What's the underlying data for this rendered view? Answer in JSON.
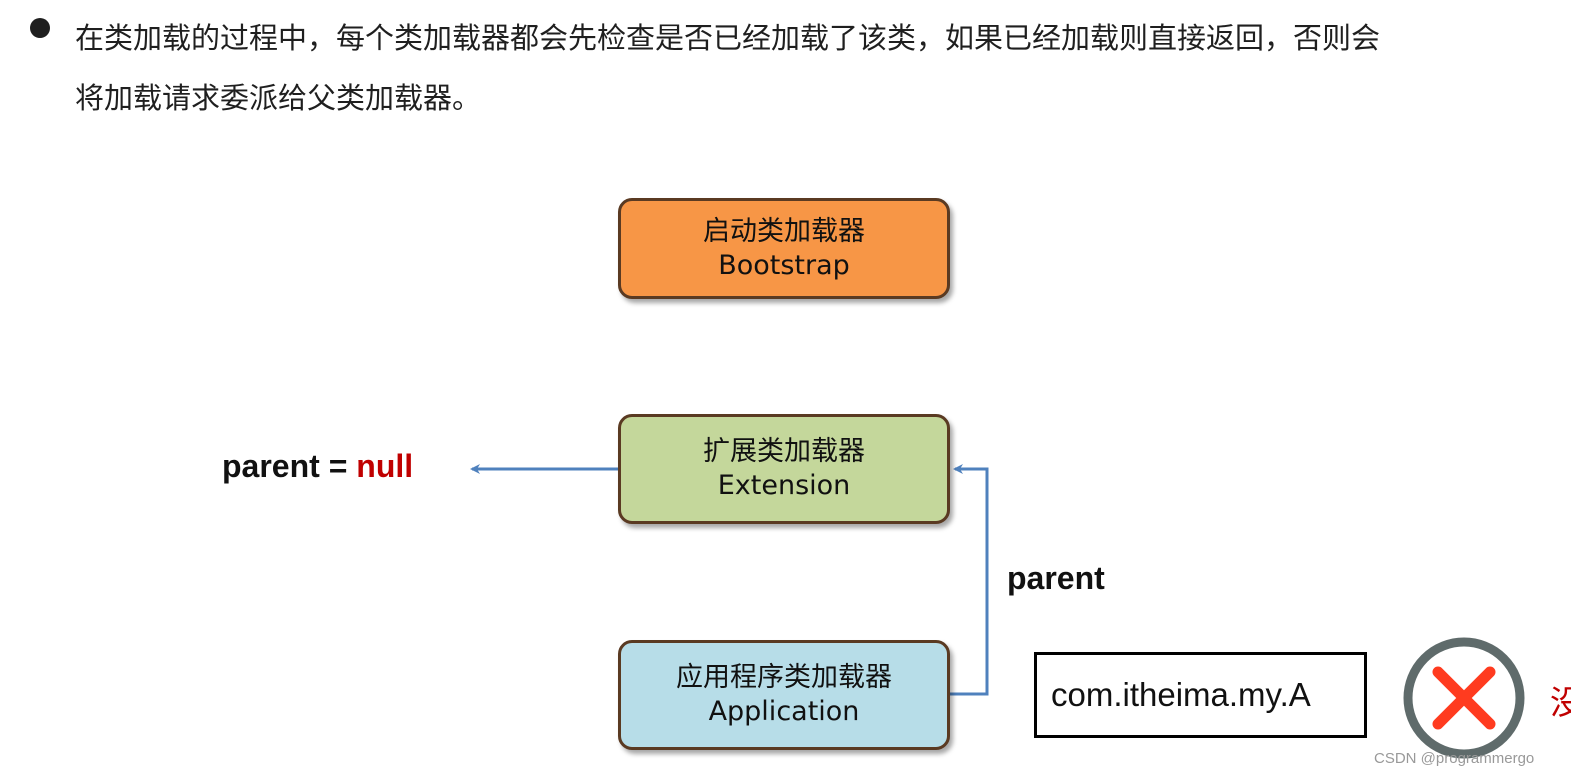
{
  "paragraph": {
    "line1": "在类加载的过程中，每个类加载器都会先检查是否已经加载了该类，如果已经加载则直接返回，否则会",
    "line2": "将加载请求委派给父类加载器。"
  },
  "boxes": {
    "bootstrap": {
      "name_cn": "启动类加载器",
      "name_en": "Bootstrap",
      "color": "#f79646"
    },
    "extension": {
      "name_cn": "扩展类加载器",
      "name_en": "Extension",
      "color": "#c4d79b"
    },
    "application": {
      "name_cn": "应用程序类加载器",
      "name_en": "Application",
      "color": "#b7dde8"
    }
  },
  "labels": {
    "parent_eq": "parent = ",
    "null": "null",
    "parent": "parent"
  },
  "class_name": "com.itheima.my.A",
  "red_partial": "没",
  "icons": {
    "status": "cross-icon",
    "bullet": "bullet-dot"
  },
  "colors": {
    "arrow": "#4f81bd",
    "null_text": "#c00000",
    "cross": "#ff3b1f",
    "cross_ring": "#5f6b6b"
  },
  "watermark": "CSDN @programmergo"
}
